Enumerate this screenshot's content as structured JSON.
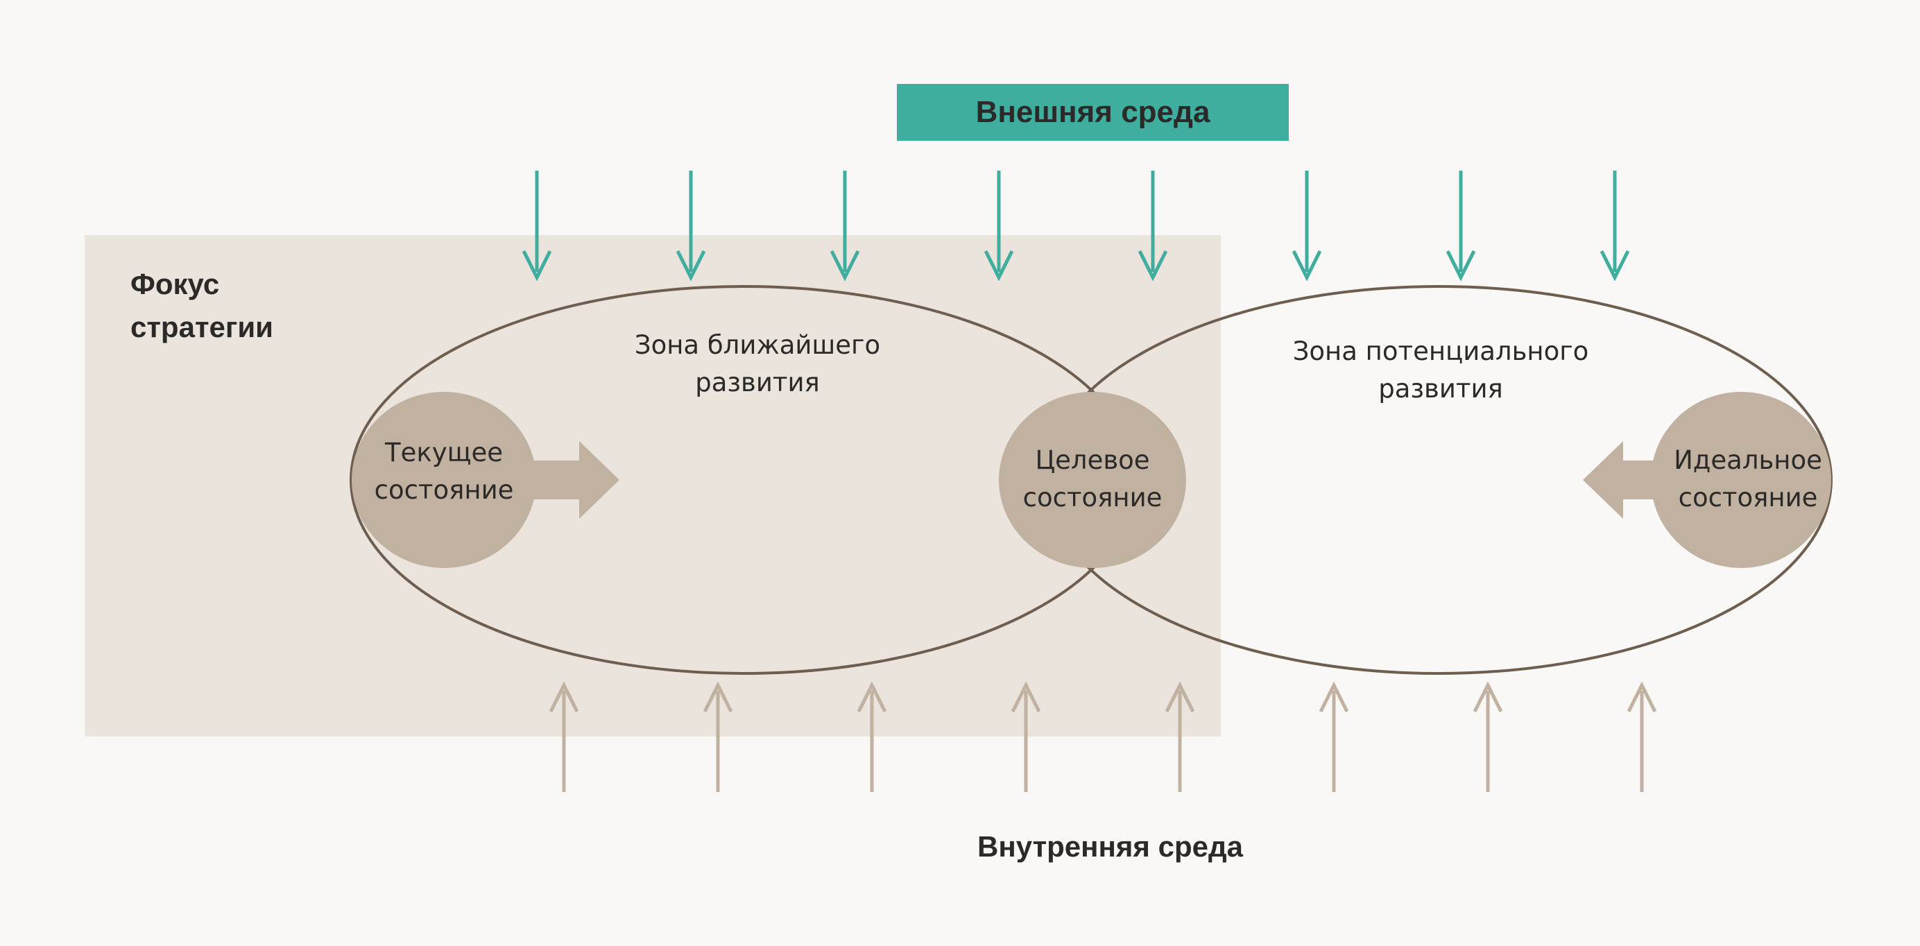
{
  "labels": {
    "external_env": "Внешняя среда",
    "internal_env": "Внутренняя среда",
    "strategy_focus": "Фокус\nстратегии",
    "zone_near": "Зона ближайшего\nразвития",
    "zone_potential": "Зона потенциального\nразвития",
    "current_state": "Текущее\nсостояние",
    "target_state": "Целевое\nсостояние",
    "ideal_state": "Идеальное\nсостояние"
  },
  "colors": {
    "background": "#faf8f6",
    "focus_panel": "#ebe4dc",
    "external_accent": "#3fae9f",
    "internal_accent": "#c1b1a0",
    "state_circle": "#c1b1a0",
    "ellipse_stroke": "#6d5e4f",
    "text": "#2b2a28"
  },
  "external_arrows": {
    "count": 8,
    "icon": "arrow-down-icon"
  },
  "internal_arrows": {
    "count": 8,
    "icon": "arrow-up-icon"
  }
}
